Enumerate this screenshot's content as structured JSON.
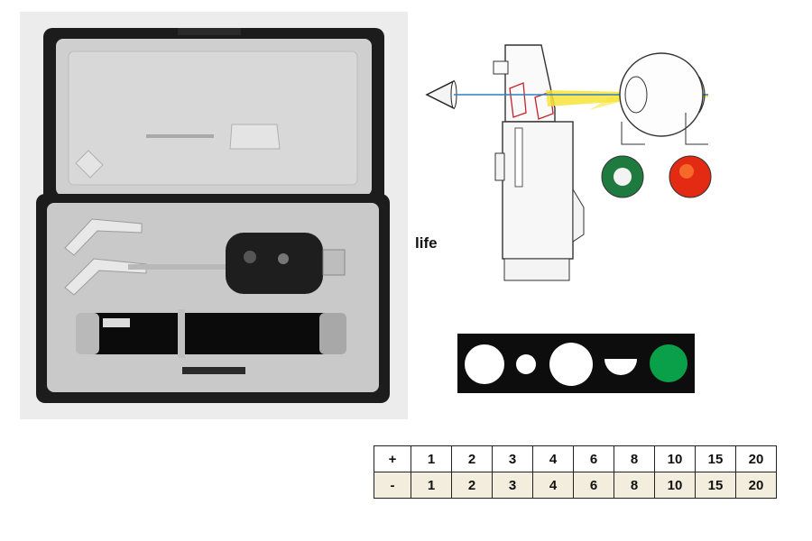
{
  "labels": {
    "side_label": "life"
  },
  "diopter_table": {
    "rows": [
      {
        "sign": "+",
        "values": [
          "1",
          "2",
          "3",
          "4",
          "6",
          "8",
          "10",
          "15",
          "20"
        ]
      },
      {
        "sign": "-",
        "values": [
          "1",
          "2",
          "3",
          "4",
          "6",
          "8",
          "10",
          "15",
          "20"
        ]
      }
    ]
  },
  "aperture_strip": {
    "apertures": [
      "large-circle",
      "small-circle",
      "large-circle",
      "half-circle",
      "green-filter"
    ],
    "filter_color": "#0aa04a"
  },
  "colors": {
    "case_shell": "#1c1c1c",
    "case_liner": "#cfcfcf",
    "handle": "#0b0b0b",
    "reflex_green": "#1e7a3e",
    "reflex_red": "#e32a12",
    "light_beam": "#f7e43a",
    "axis_line": "#2f7fc2"
  }
}
